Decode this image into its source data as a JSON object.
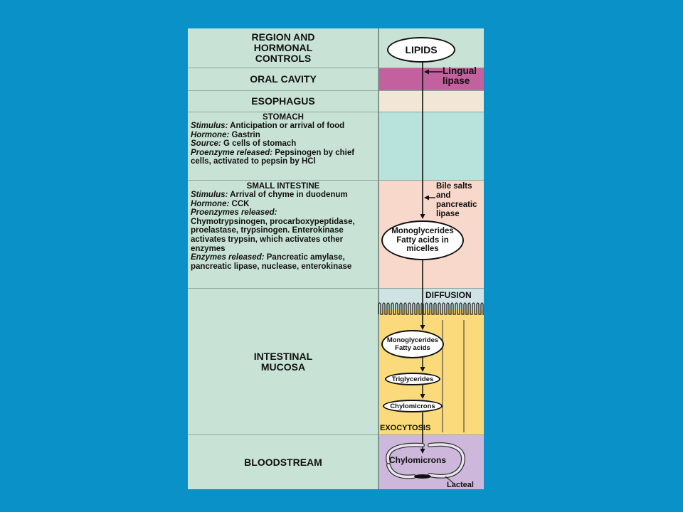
{
  "header": {
    "title": "REGION AND HORMONAL CONTROLS"
  },
  "regions": {
    "oral": {
      "title": "ORAL CAVITY"
    },
    "esophagus": {
      "title": "ESOPHAGUS"
    },
    "stomach": {
      "title": "STOMACH",
      "stimulus_label": "Stimulus:",
      "stimulus": " Anticipation or arrival of food",
      "hormone_label": "Hormone:",
      "hormone": " Gastrin",
      "source_label": "Source:",
      "source": " G cells of stomach",
      "proenzyme_label": "Proenzyme released:",
      "proenzyme": " Pepsinogen by chief cells, activated to pepsin by HCl"
    },
    "small": {
      "title": "SMALL INTESTINE",
      "stimulus_label": "Stimulus:",
      "stimulus": " Arrival of chyme in duodenum",
      "hormone_label": "Hormone:",
      "hormone": " CCK",
      "proenzymes_label": "Proenzymes released:",
      "proenzymes": "Chymotrypsinogen, procarboxypeptidase, proelastase, trypsinogen. Enterokinase activates trypsin, which activates other enzymes",
      "enzymes_label": "Enzymes released:",
      "enzymes": " Pancreatic amylase, pancreatic lipase, nuclease, enterokinase"
    },
    "mucosa": {
      "title": "INTESTINAL MUCOSA"
    },
    "blood": {
      "title": "BLOODSTREAM"
    }
  },
  "flow": {
    "lipids": "LIPIDS",
    "lingual_lipase": "Lingual lipase",
    "bile_salts": "Bile salts and pancreatic lipase",
    "micelles": "Monoglycerides Fatty acids in micelles",
    "diffusion": "DIFFUSION",
    "mono_fatty": "Monoglycerides Fatty acids",
    "triglycerides": "Triglycerides",
    "chylomicrons": "Chylomicrons",
    "exocytosis": "EXOCYTOSIS",
    "blood_chylomicrons": "Chylomicrons",
    "lacteal": "Lacteal"
  },
  "colors": {
    "background": "#0a92c8",
    "left_panel": "#c8e3d6",
    "oral": "#c2619e",
    "esophagus": "#f2e6d4",
    "stomach": "#b8e2dc",
    "small_intestine": "#f8d8cb",
    "mucosa": "#fbda7c",
    "bloodstream": "#cdb8dc"
  }
}
